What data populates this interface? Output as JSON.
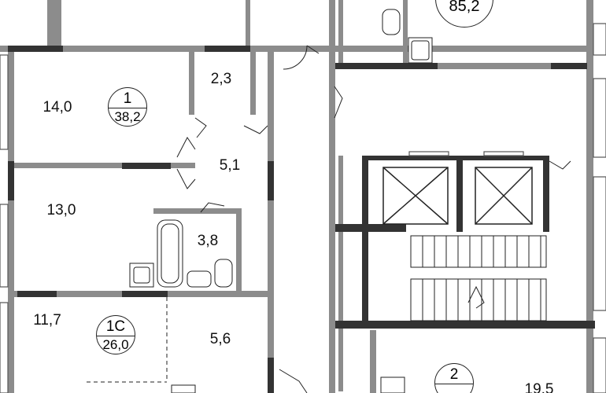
{
  "apartments": [
    {
      "number": "1",
      "area": "38,2"
    },
    {
      "number": "1C",
      "area": "26,0"
    },
    {
      "number": "2",
      "area": ""
    },
    {
      "number": "",
      "area": "85,2"
    }
  ],
  "rooms": [
    "14,0",
    "2,3",
    "5,1",
    "13,0",
    "3,8",
    "11,7",
    "5,6",
    "19,5"
  ],
  "colors": {
    "wall_dark": "#333333",
    "wall_gray": "#8c8c8c",
    "line": "#222222"
  }
}
